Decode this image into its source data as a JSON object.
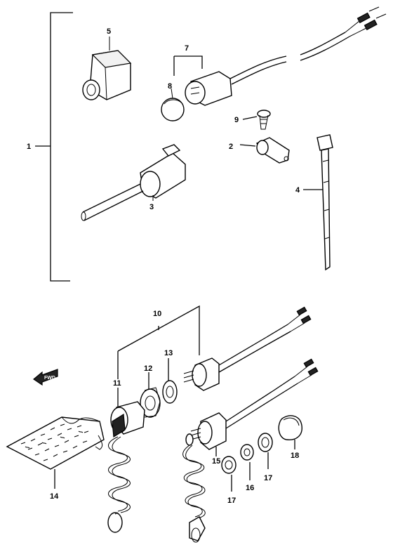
{
  "labels": {
    "p1": "1",
    "p2": "2",
    "p3": "3",
    "p4": "4",
    "p5": "5",
    "p7": "7",
    "p8": "8",
    "p9": "9",
    "p10": "10",
    "p11": "11",
    "p12": "12",
    "p13": "13",
    "p14": "14",
    "p15": "15",
    "p16": "16",
    "p17a": "17",
    "p17b": "17",
    "p18": "18"
  },
  "fwd_arrow": "FWD"
}
